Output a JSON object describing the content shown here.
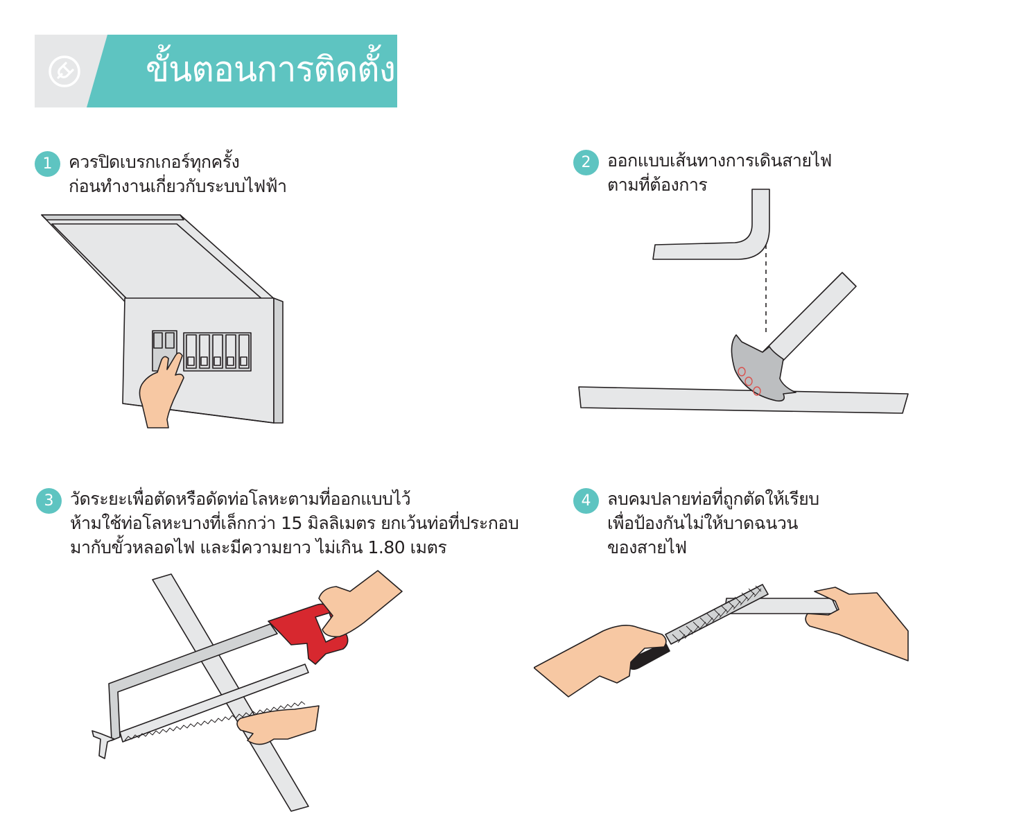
{
  "header": {
    "title": "ขั้นตอนการติดตั้ง",
    "icon": "plug-icon",
    "colors": {
      "accent": "#5ec4c1",
      "gray": "#e6e7e8"
    }
  },
  "steps": [
    {
      "number": "1",
      "lines": [
        "ควรปิดเบรกเกอร์ทุกครั้ง",
        "ก่อนทำงานเกี่ยวกับระบบไฟฟ้า"
      ],
      "illustration": "breaker-box-illustration"
    },
    {
      "number": "2",
      "lines": [
        "ออกแบบเส้นทางการเดินสายไฟ",
        "ตามที่ต้องการ"
      ],
      "illustration": "pipe-bending-illustration"
    },
    {
      "number": "3",
      "lines": [
        "วัดระยะเพื่อตัดหรือดัดท่อโลหะตามที่ออกแบบไว้",
        "ห้ามใช้ท่อโลหะบางที่เล็กกว่า 15 มิลลิเมตร ยกเว้นท่อที่ประกอบ",
        "มากับขั้วหลอดไฟ และมีความยาว ไม่เกิน 1.80 เมตร"
      ],
      "illustration": "hacksaw-cutting-illustration"
    },
    {
      "number": "4",
      "lines": [
        "ลบคมปลายท่อที่ถูกตัดให้เรียบ",
        "เพื่อป้องกันไม่ให้บาดฉนวน",
        "ของสายไฟ"
      ],
      "illustration": "pipe-filing-illustration"
    }
  ]
}
